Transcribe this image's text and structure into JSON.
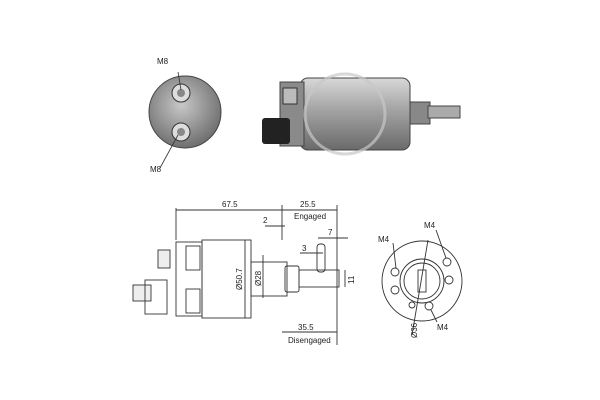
{
  "photo_labels": {
    "top_terminal": "M8",
    "bottom_terminal": "M8"
  },
  "dimensions": {
    "overall_length": "67.5",
    "engaged_travel": "25.5",
    "engaged_label": "Engaged",
    "gap": "2",
    "slot_width": "7",
    "slot_offset": "3",
    "body_diameter": "Ø50.7",
    "plunger_diameter": "Ø28",
    "shaft_height": "11",
    "disengaged_travel": "35.5",
    "disengaged_label": "Disengaged"
  },
  "end_view": {
    "hole_top_left": "M4",
    "hole_top_right": "M4",
    "hole_bottom": "M4",
    "bolt_circle": "Ø36"
  },
  "colors": {
    "line": "#333333",
    "photo_metal": "#9a9a9a",
    "watermark": "#c8c8c8"
  }
}
